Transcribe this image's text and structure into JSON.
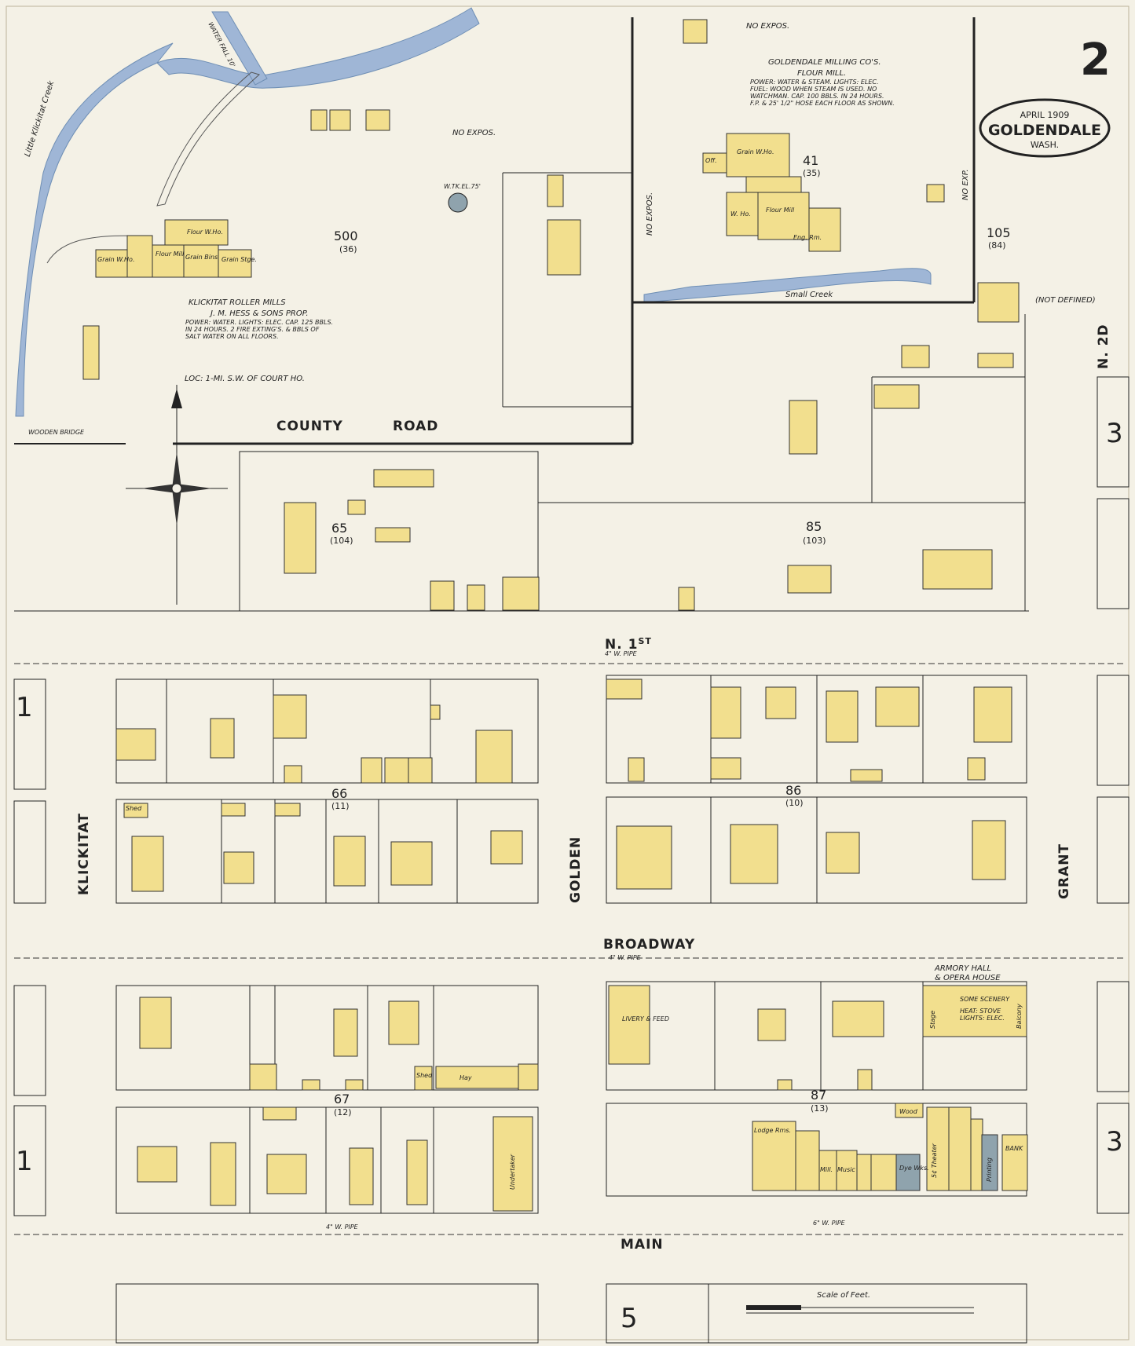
{
  "sheet": {
    "number": "2",
    "date": "APRIL 1909",
    "city": "GOLDENDALE",
    "state": "WASH."
  },
  "streets": {
    "county_road_1": "COUNTY",
    "county_road_2": "ROAD",
    "n_first": "N. 1",
    "n_first_sup": "ST",
    "broadway": "BROADWAY",
    "main": "MAIN",
    "klickitat": "KLICKITAT",
    "golden": "GOLDEN",
    "grant": "GRANT",
    "n_second": "N. 2D"
  },
  "water": {
    "creek1": "Little Klickitat Creek",
    "creek2": "Small Creek",
    "waterfall": "WATER FALL 10'"
  },
  "mill1": {
    "title": "KLICKITAT ROLLER MILLS",
    "owner": "J. M. HESS & SONS PROP.",
    "note1": "POWER: WATER. LIGHTS: ELEC. CAP. 125 BBLS.",
    "note2": "IN 24 HOURS. 2 FIRE EXTING'S. & BBLS OF",
    "note3": "SALT WATER ON ALL FLOORS.",
    "loc": "LOC: 1-MI. S.W. OF COURT HO.",
    "b1": "Grain W.Ho.",
    "b2": "Flour Mill",
    "b3": "Grain Bins",
    "b4": "Grain Stge.",
    "b5": "Flour W.Ho."
  },
  "mill2": {
    "title": "GOLDENDALE MILLING CO'S.",
    "subtitle": "FLOUR MILL.",
    "note1": "POWER: WATER & STEAM. LIGHTS: ELEC.",
    "note2": "FUEL: WOOD WHEN STEAM IS USED. NO",
    "note3": "WATCHMAN. CAP. 100 BBLS. IN 24 HOURS.",
    "note4": "F.P. & 25' 1/2\" HOSE EACH FLOOR AS SHOWN.",
    "b1": "Grain W.Ho.",
    "b2": "Flour Mill",
    "b3": "W. Ho.",
    "b4": "Eng. Rm.",
    "b5": "Off."
  },
  "labels": {
    "no_expos1": "NO EXPOS.",
    "no_expos2": "NO EXPOS.",
    "no_expos3": "NO EXPOS.",
    "no_exp4": "NO EXP.",
    "not_defined": "(NOT DEFINED)",
    "wooden_bridge": "WOODEN BRIDGE",
    "wtr": "W.TK.EL.75'",
    "livery": "LIVERY & FEED",
    "hay": "Hay",
    "undertaker": "Undertaker",
    "armory1": "ARMORY HALL",
    "armory2": "& OPERA HOUSE",
    "stage": "Stage",
    "balcony": "Balcony",
    "some_scenery": "SOME SCENERY",
    "heat": "HEAT: STOVE",
    "lights": "LIGHTS: ELEC.",
    "theater": "5¢ Theater",
    "bank": "BANK",
    "printing": "Printing",
    "dye": "Dye Wks.",
    "lodge": "Lodge Rms.",
    "music": "Music",
    "mill_l": "Mill.",
    "wood": "Wood",
    "shed": "Shed",
    "shed2": "Shed",
    "pipe1": "4\" W. PIPE",
    "pipe2": "4\" W. PIPE",
    "pipe3": "4\" W. PIPE",
    "pipe4": "6\" W. PIPE",
    "scale": "Scale of Feet."
  },
  "blocks": [
    {
      "n": "500",
      "o": "(36)"
    },
    {
      "n": "41",
      "o": "(35)"
    },
    {
      "n": "105",
      "o": "(84)"
    },
    {
      "n": "65",
      "o": "(104)"
    },
    {
      "n": "85",
      "o": "(103)"
    },
    {
      "n": "66",
      "o": "(11)"
    },
    {
      "n": "86",
      "o": "(10)"
    },
    {
      "n": "67",
      "o": "(12)"
    },
    {
      "n": "87",
      "o": "(13)"
    }
  ],
  "adjacent": {
    "left_top": "1",
    "left_bottom": "1",
    "right_top": "3",
    "right_bottom": "3",
    "bottom": "5"
  },
  "colors": {
    "water": "#9fb6d6",
    "building": "#f2df8e",
    "stone": "#8fa3ad",
    "paper": "#f4f1e6"
  }
}
